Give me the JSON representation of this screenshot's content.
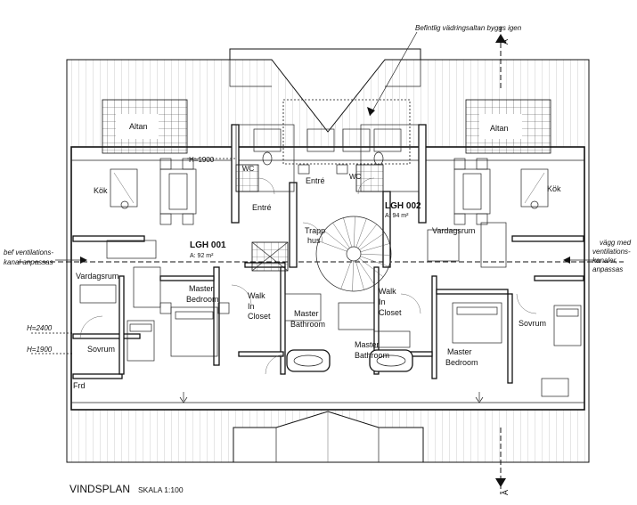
{
  "annotations": {
    "balcony_note": "Befintlig vädringsaltan byggs igen",
    "vent_left": [
      "bef ventilations-",
      "kanal anpassas"
    ],
    "vent_right": [
      "vägg med",
      "ventilations-",
      "kanaler,",
      "anpassas"
    ],
    "h_1900_top": "H=1900",
    "h_2400": "H=2400",
    "h_1900_left": "H=1900",
    "section_a": "A"
  },
  "title": {
    "main": "VINDSPLAN",
    "scale": "SKALA 1:100"
  },
  "units": {
    "lgh001": {
      "name": "LGH 001",
      "area": "A: 92 m²"
    },
    "lgh002": {
      "name": "LGH 002",
      "area": "A: 94 m²"
    }
  },
  "rooms": {
    "altan_left": "Altan",
    "altan_right": "Altan",
    "kok_left": "Kök",
    "kok_right": "Kök",
    "wc_left": "WC",
    "wc_right": "WC",
    "entre_left": "Entré",
    "entre_right": "Entré",
    "trapphus": [
      "Trapp",
      "hus"
    ],
    "vardagsrum_left": "Vardagsrum",
    "vardagsrum_right": "Vardagsrum",
    "master_bedroom_left": [
      "Master",
      "Bedroom"
    ],
    "master_bedroom_right": [
      "Master",
      "Bedroom"
    ],
    "walk_in_left": [
      "Walk",
      "In",
      "Closet"
    ],
    "walk_in_right": [
      "Walk",
      "In",
      "Closet"
    ],
    "master_bathroom_left": [
      "Master",
      "Bathroom"
    ],
    "master_bathroom_right": [
      "Master",
      "Bathroom"
    ],
    "sovrum_left": "Sovrum",
    "sovrum_right": "Sovrum",
    "frd": "Frd"
  }
}
